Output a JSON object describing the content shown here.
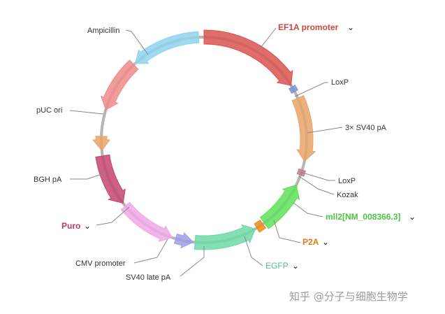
{
  "features": [
    {
      "key": "ef1a",
      "label": "EF1A promoter",
      "dropdown": true,
      "color": "#d9534f",
      "label_color": "#c9473f",
      "bold": true
    },
    {
      "key": "loxp1",
      "label": "LoxP",
      "dropdown": false,
      "color": "#7d8fd6",
      "label_color": "#333333",
      "bold": false
    },
    {
      "key": "sv40pa3x",
      "label": "3× SV40 pA",
      "dropdown": false,
      "color": "#e8a46a",
      "label_color": "#333333",
      "bold": false
    },
    {
      "key": "loxp2",
      "label": "LoxP",
      "dropdown": false,
      "color": "#c57a8a",
      "label_color": "#333333",
      "bold": false
    },
    {
      "key": "kozak",
      "label": "Kozak",
      "dropdown": false,
      "color": "#999999",
      "label_color": "#333333",
      "bold": false
    },
    {
      "key": "mll2",
      "label": "mll2[NM_008366.3]",
      "dropdown": true,
      "color": "#5fe05a",
      "label_color": "#4cc245",
      "bold": true
    },
    {
      "key": "p2a",
      "label": "P2A",
      "dropdown": true,
      "color": "#f08a1a",
      "label_color": "#e07a10",
      "bold": true
    },
    {
      "key": "egfp",
      "label": "EGFP",
      "dropdown": true,
      "color": "#6fd9a8",
      "label_color": "#4fc08a",
      "bold": false
    },
    {
      "key": "sv40late",
      "label": "SV40 late pA",
      "dropdown": false,
      "color": "#9aa0e8",
      "label_color": "#333333",
      "bold": false
    },
    {
      "key": "cmv",
      "label": "CMV promoter",
      "dropdown": false,
      "color": "#f0a8e6",
      "label_color": "#333333",
      "bold": false
    },
    {
      "key": "puro",
      "label": "Puro",
      "dropdown": true,
      "color": "#c4456f",
      "label_color": "#b83a63",
      "bold": true
    },
    {
      "key": "bgh",
      "label": "BGH pA",
      "dropdown": false,
      "color": "#e8a46a",
      "label_color": "#333333",
      "bold": false
    },
    {
      "key": "puc",
      "label": "pUC ori",
      "dropdown": false,
      "color": "#f08a8a",
      "label_color": "#333333",
      "bold": false
    },
    {
      "key": "amp",
      "label": "Ampicillin",
      "dropdown": false,
      "color": "#8fd3ee",
      "label_color": "#333333",
      "bold": false
    }
  ],
  "dropdown_glyph": "⌄",
  "watermark": "知乎 @分子与细胞生物学",
  "colors": {
    "backbone": "#b5b5b5",
    "leader": "#888888",
    "background": "#ffffff"
  }
}
